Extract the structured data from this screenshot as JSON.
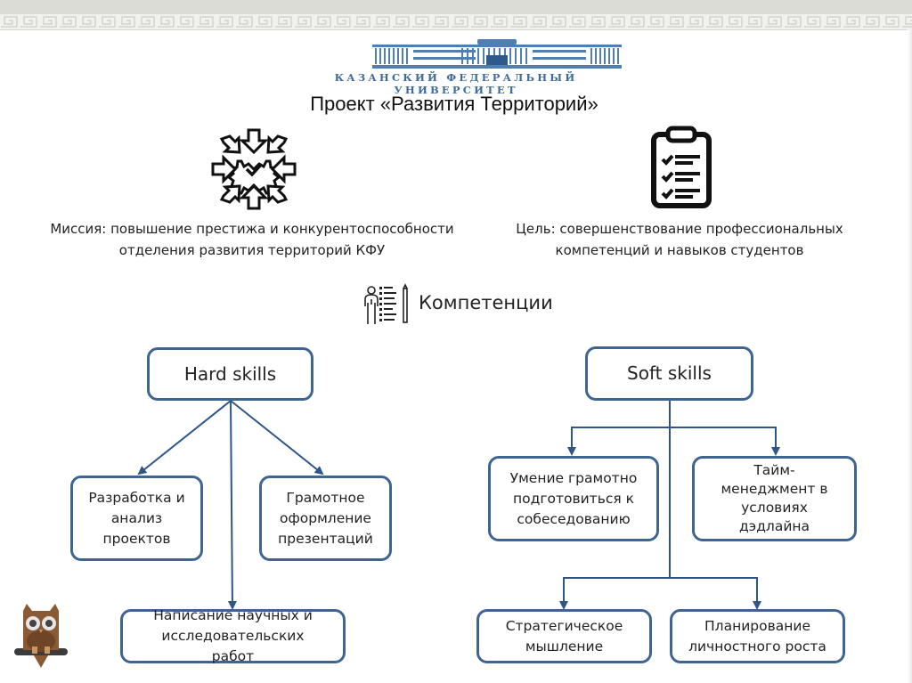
{
  "header": {
    "university_name": "КАЗАНСКИЙ ФЕДЕРАЛЬНЫЙ УНИВЕРСИТЕТ",
    "title": "Проект «Развития Территорий»"
  },
  "icons": {
    "mission": "convergence-gear-icon",
    "goal": "clipboard-checklist-icon",
    "competencies": "person-checklist-icon",
    "logo": "university-building-icon",
    "mascot": "owl-icon"
  },
  "mission": {
    "line1": "Миссия: повышение престижа и конкурентоспособности",
    "line2": "отделения развития территорий КФУ"
  },
  "goal": {
    "line1": "Цель: совершенствование профессиональных",
    "line2": "компетенций и навыков студентов"
  },
  "competencies": {
    "label": "Компетенции"
  },
  "hard_skills": {
    "label": "Hard skills",
    "items": [
      "Разработка и анализ проектов",
      "Грамотное оформление презентаций",
      "Написание научных и исследовательских работ"
    ]
  },
  "soft_skills": {
    "label": "Soft skills",
    "items": [
      "Умение грамотно подготовиться к собеседованию",
      "Тайм-менеджмент в условиях дэдлайна",
      "Стратегическое мышление",
      "Планирование личностного роста"
    ]
  },
  "colors": {
    "accent": "#3e6591",
    "logo_blue": "#3f6b9a",
    "owl_brown": "#8a5a35"
  }
}
